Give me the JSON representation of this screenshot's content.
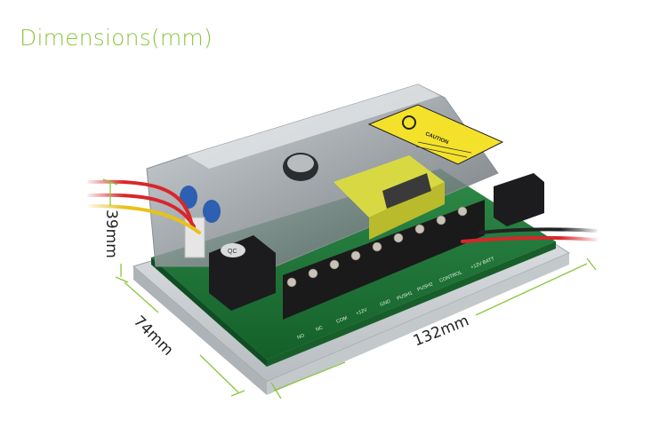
{
  "title": "Dimensions(mm)",
  "colors": {
    "accent": "#8cc63f",
    "pcb": "#1f7a3a",
    "terminal": "#1b1b1b",
    "caution_label": "#f4e12a",
    "wire_red": "#d9262b",
    "wire_yellow": "#e8c21a",
    "housing": "#cfd3d6"
  },
  "dimensions": {
    "height": "39mm",
    "depth": "74mm",
    "width": "132mm"
  },
  "product": {
    "caution_label": {
      "heading": "CAUTION",
      "icon": "esd-warning-icon"
    },
    "relay_top_label": "QC",
    "terminal_labels": [
      "NO",
      "NC",
      "COM",
      "+12V",
      "GND",
      "PUSH1",
      "PUSH2",
      "CONTROL",
      "+12V BATT"
    ]
  }
}
